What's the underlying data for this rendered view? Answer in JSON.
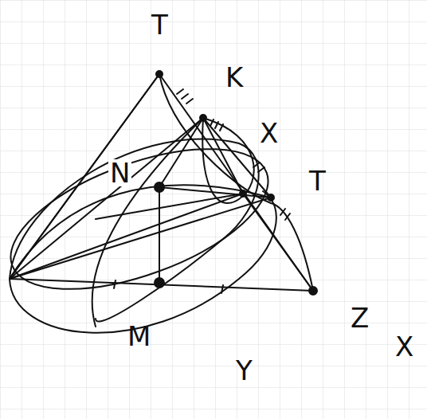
{
  "diagram": {
    "labels": [
      "T",
      "K",
      "X",
      "T",
      "Z",
      "X",
      "M",
      "Y",
      "N"
    ]
  }
}
